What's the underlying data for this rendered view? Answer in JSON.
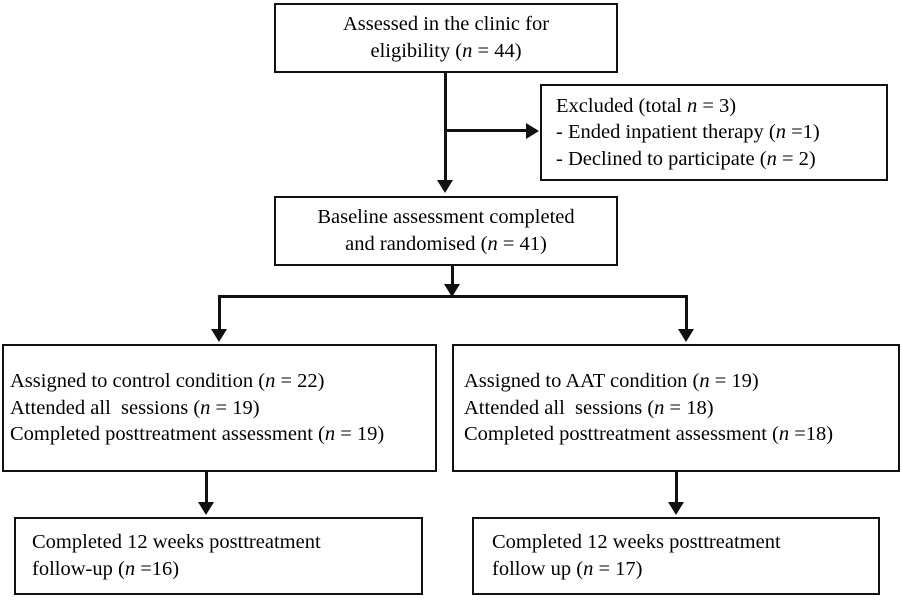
{
  "diagram": {
    "type": "consort-flow-diagram",
    "colors": {
      "stroke": "#111111",
      "background": "#ffffff",
      "text": "#000000"
    },
    "nodes": {
      "assessed": {
        "name": "assessed-for-eligibility-box",
        "lines": [
          {
            "prefix": "Assessed in the clinic for",
            "italic": "",
            "suffix": ""
          },
          {
            "prefix": "eligibility (",
            "italic": "n",
            "suffix": " = 44)"
          }
        ]
      },
      "excluded": {
        "name": "excluded-box",
        "lines": [
          {
            "prefix": "Excluded (total ",
            "italic": "n",
            "suffix": " = 3)"
          },
          {
            "prefix": "- Ended inpatient therapy (",
            "italic": "n",
            "suffix": " =1)"
          },
          {
            "prefix": "- Declined to participate (",
            "italic": "n",
            "suffix": " = 2)"
          }
        ]
      },
      "baseline": {
        "name": "baseline-randomised-box",
        "lines": [
          {
            "prefix": "Baseline assessment completed",
            "italic": "",
            "suffix": ""
          },
          {
            "prefix": "and randomised (",
            "italic": "n",
            "suffix": " = 41)"
          }
        ]
      },
      "control": {
        "name": "control-condition-box",
        "lines": [
          {
            "prefix": "Assigned to control condition (",
            "italic": "n",
            "suffix": " = 22)"
          },
          {
            "prefix": "Attended all  sessions (",
            "italic": "n",
            "suffix": " = 19)"
          },
          {
            "prefix": "Completed posttreatment assessment (",
            "italic": "n",
            "suffix": " = 19)"
          }
        ]
      },
      "aat": {
        "name": "aat-condition-box",
        "lines": [
          {
            "prefix": "Assigned to AAT condition (",
            "italic": "n",
            "suffix": " = 19)"
          },
          {
            "prefix": "Attended all  sessions (",
            "italic": "n",
            "suffix": " = 18)"
          },
          {
            "prefix": "Completed posttreatment assessment (",
            "italic": "n",
            "suffix": " =18)"
          }
        ]
      },
      "followup_control": {
        "name": "control-followup-box",
        "lines": [
          {
            "prefix": "Completed 12 weeks posttreatment",
            "italic": "",
            "suffix": ""
          },
          {
            "prefix": "follow-up (",
            "italic": "n",
            "suffix": " =16)"
          }
        ]
      },
      "followup_aat": {
        "name": "aat-followup-box",
        "lines": [
          {
            "prefix": "Completed 12 weeks posttreatment",
            "italic": "",
            "suffix": ""
          },
          {
            "prefix": "follow up (",
            "italic": "n",
            "suffix": " = 17)"
          }
        ]
      }
    },
    "counts": {
      "assessed": 44,
      "excluded_total": 3,
      "excluded_ended_inpatient_therapy": 1,
      "excluded_declined_to_participate": 2,
      "randomised": 41,
      "control_assigned": 22,
      "control_attended_all_sessions": 19,
      "control_completed_posttreatment": 19,
      "aat_assigned": 19,
      "aat_attended_all_sessions": 18,
      "aat_completed_posttreatment": 18,
      "control_followup_12wk": 16,
      "aat_followup_12wk": 17
    }
  }
}
